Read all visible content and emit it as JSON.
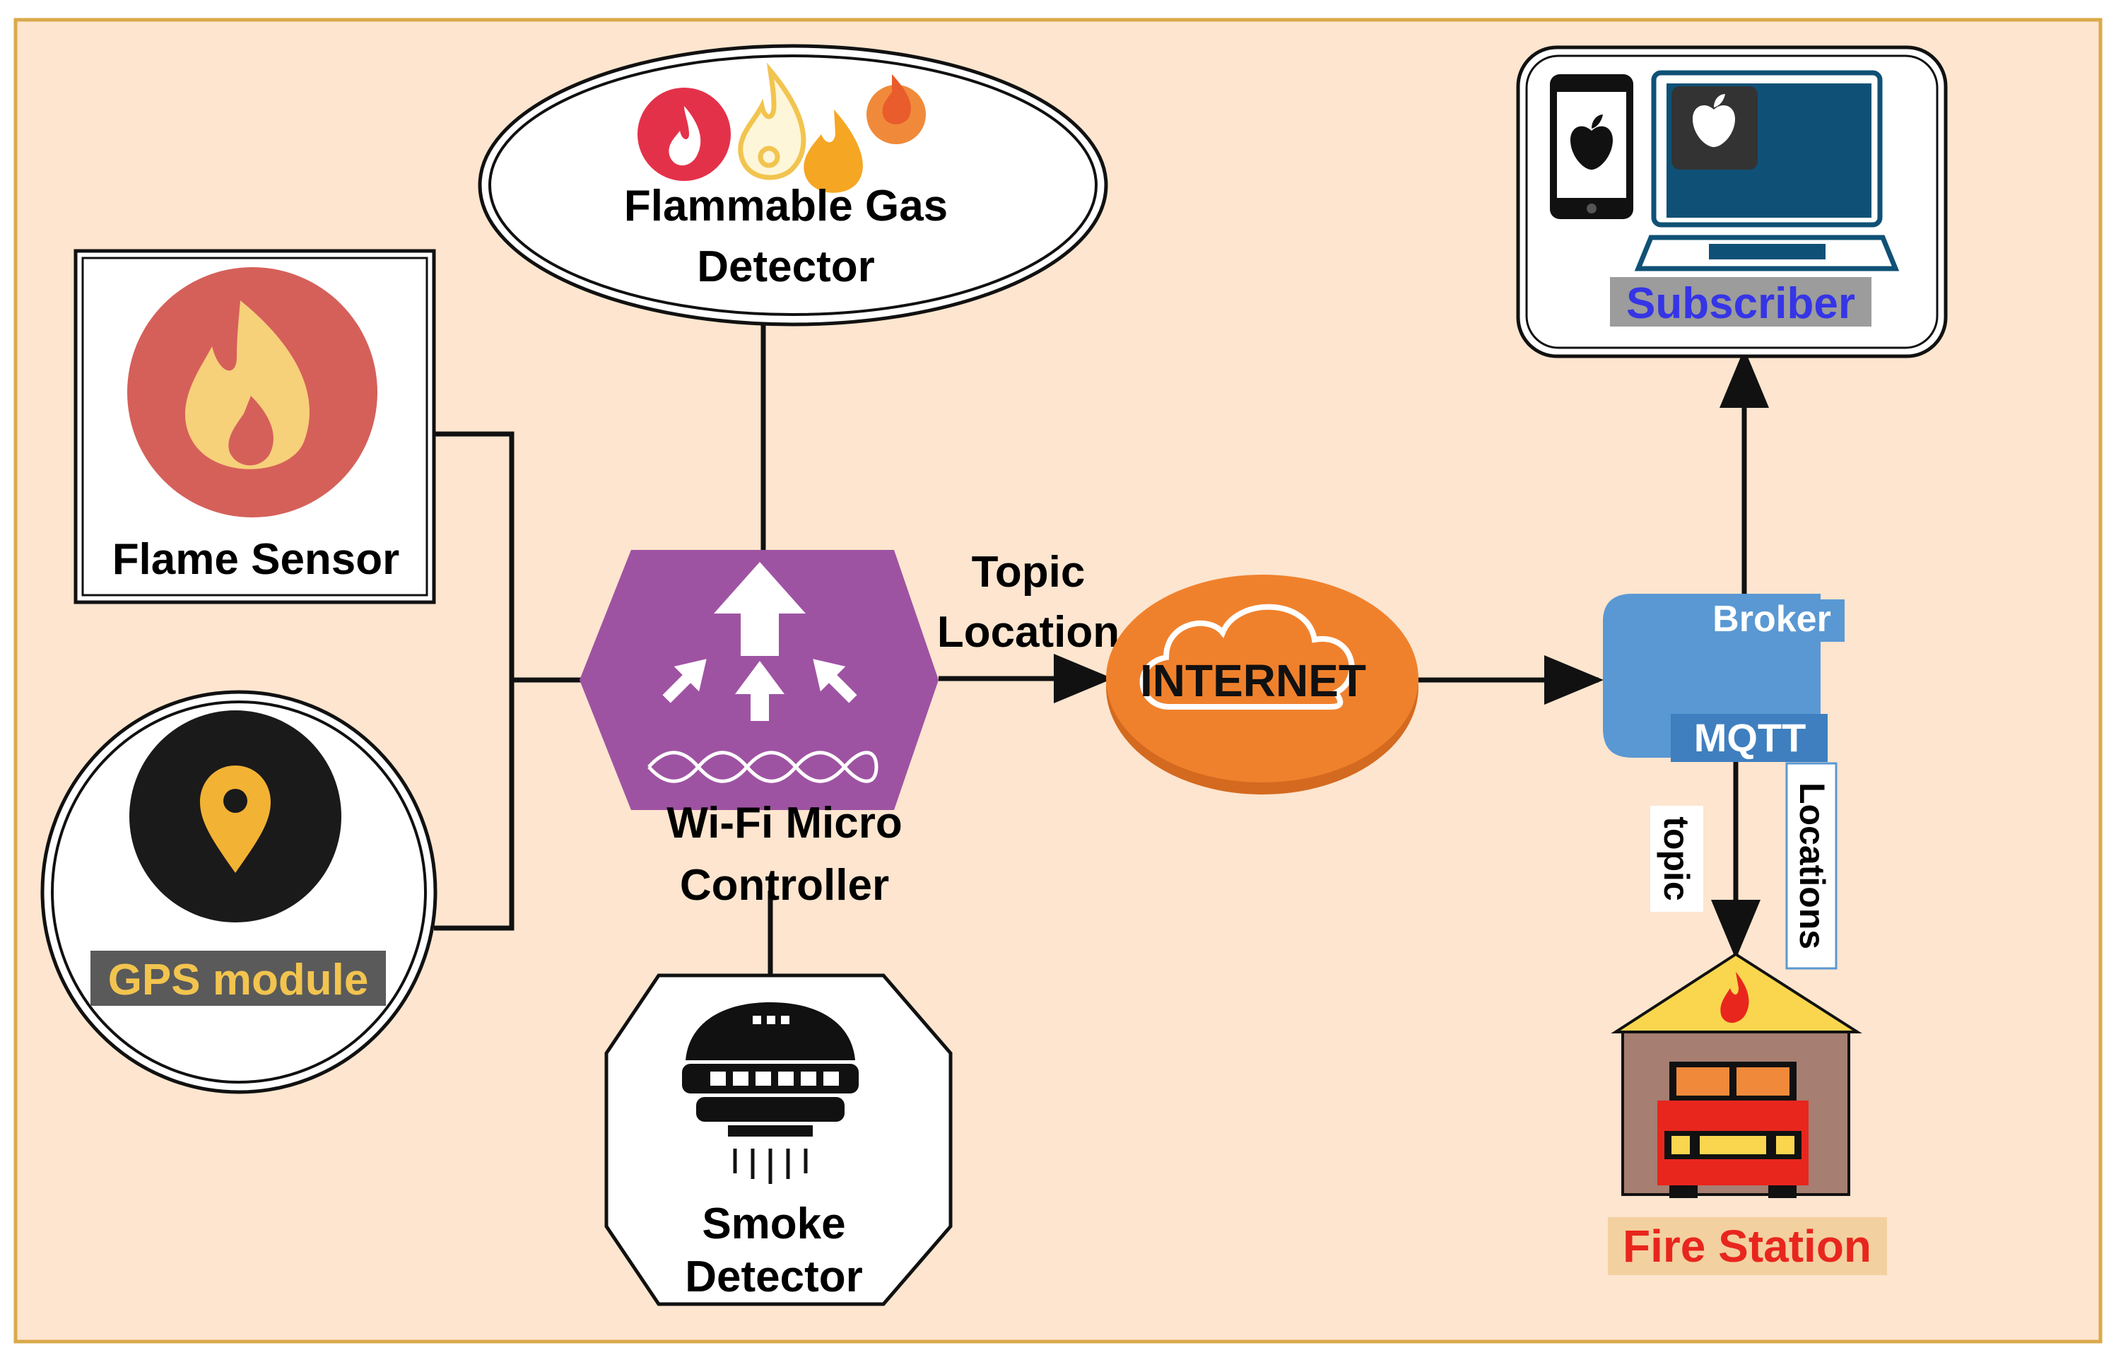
{
  "nodes": {
    "flammable_gas": {
      "line1": "Flammable Gas",
      "line2": "Detector"
    },
    "flame_sensor": {
      "label": "Flame Sensor"
    },
    "gps": {
      "label": "GPS module"
    },
    "wifi": {
      "line1": "Wi-Fi Micro",
      "line2": "Controller"
    },
    "smoke": {
      "line1": "Smoke",
      "line2": "Detector"
    },
    "internet": {
      "label": "INTERNET"
    },
    "broker": {
      "label": "Broker",
      "mqtt": "MQTT"
    },
    "subscriber": {
      "label": "Subscriber"
    },
    "fire_station": {
      "label": "Fire Station"
    }
  },
  "edges": {
    "wifi_to_internet": {
      "line1": "Topic",
      "line2": "Location"
    },
    "mqtt_topic": "topic",
    "mqtt_locations": "Locations"
  },
  "colors": {
    "background": "#FDE5CF",
    "frame": "#D9A94A",
    "wifi_hex": "#9E53A2",
    "internet_cloud": "#F0812C",
    "broker": "#5A98D3",
    "subscriber_text": "#3535E6",
    "gps_text": "#F2C44F",
    "fire_station_text": "#E8261E",
    "flame_circle": "#D5605A"
  }
}
